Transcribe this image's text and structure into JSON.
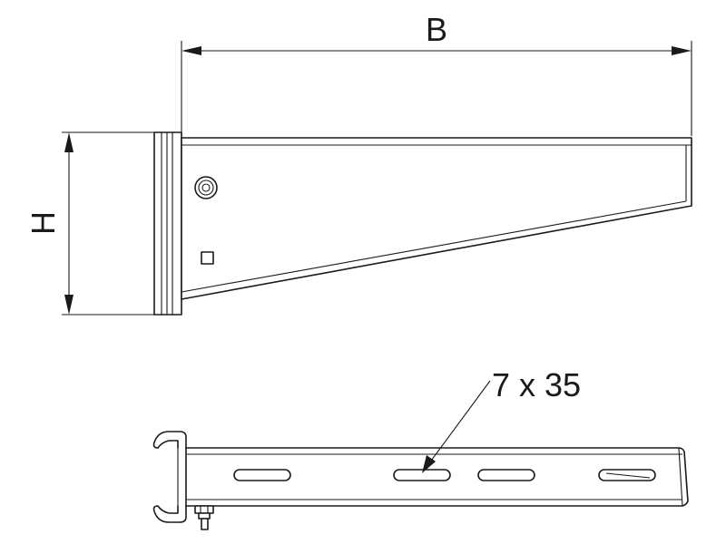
{
  "labels": {
    "width_dimension": "B",
    "height_dimension": "H",
    "slot_size": "7 x 35"
  },
  "colors": {
    "line": "#1a1a1a",
    "background": "#ffffff"
  }
}
